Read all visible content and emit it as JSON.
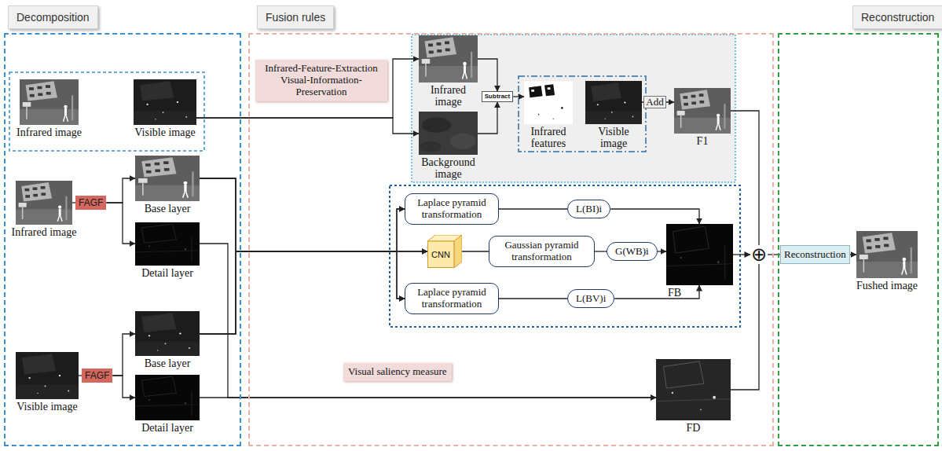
{
  "diagram": {
    "nodes": [
      {
        "text": [
          "Decomposition"
        ]
      },
      {
        "text": [
          "Infrared image"
        ],
        "in": 0
      },
      {
        "text": [
          "Visible image"
        ],
        "in": 0
      },
      {
        "text": [
          "Infrared image"
        ],
        "in": 0
      },
      {
        "text": [
          "FAGF"
        ],
        "in": 0
      },
      {
        "text": [
          "Base layer"
        ],
        "in": 0
      },
      {
        "text": [
          "Detail layer"
        ],
        "in": 0
      },
      {
        "text": [
          "Visible image"
        ],
        "in": 0
      },
      {
        "text": [
          "FAGF"
        ],
        "in": 0
      },
      {
        "text": [
          "Base layer"
        ],
        "in": 0
      },
      {
        "text": [
          "Detail layer"
        ],
        "in": 0
      },
      {
        "text": [
          "Fusion rules"
        ]
      },
      {
        "text": [
          "Infrared-Feature-Extraction Visual-Information-Preservation"
        ],
        "in": 11
      },
      {
        "text": [
          "Infrared image"
        ],
        "in": 11
      },
      {
        "text": [
          "Background image"
        ],
        "in": 11
      },
      {
        "text": [
          "Subtract"
        ],
        "in": 11
      },
      {
        "text": [
          "Infrared features"
        ],
        "in": 11
      },
      {
        "text": [
          "Visible image"
        ],
        "in": 11
      },
      {
        "text": [
          "F1"
        ],
        "in": 11
      },
      {
        "text": [
          "Laplace pyramid transformation"
        ],
        "in": 11
      },
      {
        "text": [
          "L(BI)i"
        ],
        "in": 11
      },
      {
        "text": [
          "CNN"
        ],
        "in": 11
      },
      {
        "text": [
          "Gaussian pyramid transformation"
        ],
        "in": 11
      },
      {
        "text": [
          "G(WB)i"
        ],
        "in": 11
      },
      {
        "text": [
          "Laplace pyramid transformation"
        ],
        "in": 11
      },
      {
        "text": [
          "L(BV)i"
        ],
        "in": 11
      },
      {
        "text": [
          "FB"
        ],
        "in": 11
      },
      {
        "text": [
          "Visual saliency measure"
        ],
        "in": 11
      },
      {
        "text": [
          "FD"
        ],
        "in": 11
      },
      {
        "text": [
          "⊕"
        ],
        "in": 11
      },
      {
        "text": [
          "Reconstruction"
        ]
      },
      {
        "text": [
          "Reconstruction"
        ],
        "in": 30
      },
      {
        "text": [
          "Fushed image"
        ],
        "in": 30
      }
    ],
    "edges": [
      {
        "from": 2,
        "to": 13,
        "arrow": "to"
      },
      {
        "from": 2,
        "to": 14,
        "arrow": "to"
      },
      {
        "from": 3,
        "to": 4,
        "arrow": "none"
      },
      {
        "from": 4,
        "to": 5,
        "arrow": "to"
      },
      {
        "from": 4,
        "to": 6,
        "arrow": "to"
      },
      {
        "from": 7,
        "to": 8,
        "arrow": "none"
      },
      {
        "from": 8,
        "to": 9,
        "arrow": "to"
      },
      {
        "from": 8,
        "to": 10,
        "arrow": "to"
      },
      {
        "from": 13,
        "to": 15,
        "arrow": "to"
      },
      {
        "from": 14,
        "to": 15,
        "arrow": "to"
      },
      {
        "from": 15,
        "to": 16,
        "arrow": "to"
      },
      {
        "from": 17,
        "to": 18,
        "label": "Add",
        "arrow": "to"
      },
      {
        "from": 5,
        "to": 19,
        "arrow": "to"
      },
      {
        "from": 5,
        "to": 21,
        "arrow": "to"
      },
      {
        "from": 5,
        "to": 24,
        "arrow": "to"
      },
      {
        "from": 9,
        "to": 19,
        "arrow": "to"
      },
      {
        "from": 9,
        "to": 21,
        "arrow": "to"
      },
      {
        "from": 9,
        "to": 24,
        "arrow": "to"
      },
      {
        "from": 19,
        "to": 20,
        "arrow": "none"
      },
      {
        "from": 20,
        "to": 26,
        "arrow": "to"
      },
      {
        "from": 21,
        "to": 22,
        "arrow": "none"
      },
      {
        "from": 22,
        "to": 23,
        "arrow": "none"
      },
      {
        "from": 23,
        "to": 26,
        "arrow": "to"
      },
      {
        "from": 24,
        "to": 25,
        "arrow": "none"
      },
      {
        "from": 25,
        "to": 26,
        "arrow": "to"
      },
      {
        "from": 6,
        "to": 28,
        "arrow": "to"
      },
      {
        "from": 10,
        "to": 28,
        "arrow": "to"
      },
      {
        "from": 18,
        "to": 29,
        "arrow": "none"
      },
      {
        "from": 26,
        "to": 29,
        "arrow": "to"
      },
      {
        "from": 28,
        "to": 29,
        "arrow": "none"
      },
      {
        "from": 29,
        "to": 31,
        "arrow": "none"
      },
      {
        "from": 31,
        "to": 32,
        "arrow": "to"
      }
    ]
  }
}
